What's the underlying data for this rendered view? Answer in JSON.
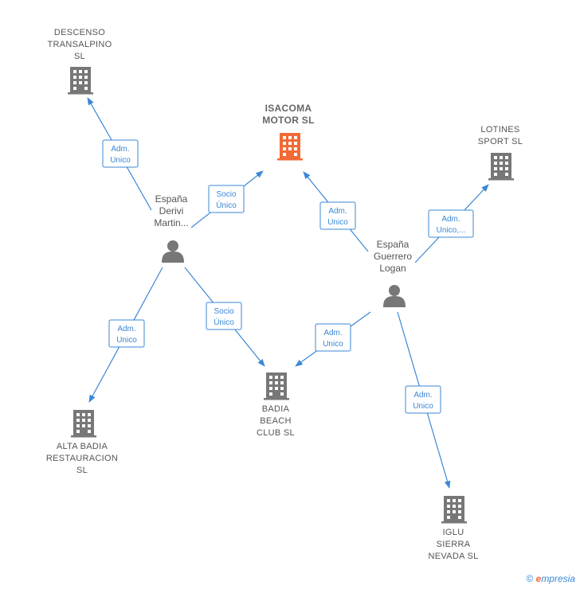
{
  "nodes": {
    "descenso": {
      "lines": [
        "DESCENSO",
        "TRANSALPINO",
        "SL"
      ],
      "kind": "company",
      "color": "#777777"
    },
    "isacoma": {
      "lines": [
        "ISACOMA",
        "MOTOR  SL"
      ],
      "kind": "company",
      "color": "#f26a35"
    },
    "lotines": {
      "lines": [
        "LOTINES",
        "SPORT  SL"
      ],
      "kind": "company",
      "color": "#777777"
    },
    "badia": {
      "lines": [
        "BADIA",
        "BEACH",
        "CLUB  SL"
      ],
      "kind": "company",
      "color": "#777777"
    },
    "alta": {
      "lines": [
        "ALTA BADIA",
        "RESTAURACION",
        "SL"
      ],
      "kind": "company",
      "color": "#777777"
    },
    "iglu": {
      "lines": [
        "IGLU",
        "SIERRA",
        "NEVADA  SL"
      ],
      "kind": "company",
      "color": "#777777"
    },
    "derivi": {
      "lines": [
        "España",
        "Derivi",
        "Martin..."
      ],
      "kind": "person",
      "color": "#777777"
    },
    "guerrero": {
      "lines": [
        "España",
        "Guerrero",
        "Logan"
      ],
      "kind": "person",
      "color": "#777777"
    }
  },
  "edges": [
    {
      "from": "derivi",
      "to": "descenso",
      "label": [
        "Adm.",
        "Unico"
      ]
    },
    {
      "from": "derivi",
      "to": "isacoma",
      "label": [
        "Socio",
        "Único"
      ]
    },
    {
      "from": "derivi",
      "to": "alta",
      "label": [
        "Adm.",
        "Unico"
      ]
    },
    {
      "from": "derivi",
      "to": "badia",
      "label": [
        "Socio",
        "Único"
      ]
    },
    {
      "from": "guerrero",
      "to": "isacoma",
      "label": [
        "Adm.",
        "Unico"
      ]
    },
    {
      "from": "guerrero",
      "to": "lotines",
      "label": [
        "Adm.",
        "Unico,..."
      ]
    },
    {
      "from": "guerrero",
      "to": "badia",
      "label": [
        "Adm.",
        "Unico"
      ]
    },
    {
      "from": "guerrero",
      "to": "iglu",
      "label": [
        "Adm.",
        "Unico"
      ]
    }
  ],
  "footer": {
    "copyright": "©",
    "brand_e": "e",
    "brand_rest": "mpresia"
  }
}
